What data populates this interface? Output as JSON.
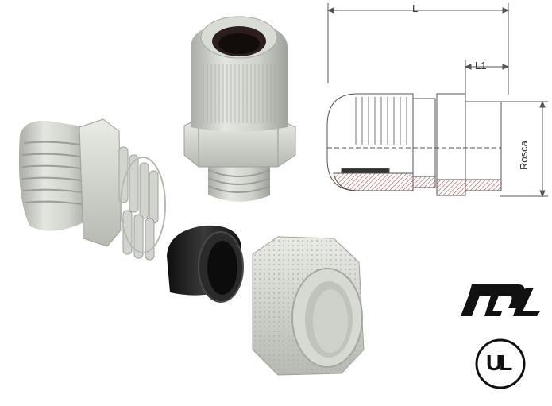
{
  "drawing": {
    "dimension_L": "L",
    "dimension_L1": "L1",
    "dimension_thread": "Rosca"
  },
  "certifications": {
    "recognized_mark": "recognized-component-mark-icon",
    "listed_mark_letters": "UL"
  },
  "colors": {
    "gland_light_grey": "#d3d6cf",
    "seal_black": "#1c1c1c",
    "line_drawing": "#555555",
    "hatch_red": "#b55050"
  }
}
